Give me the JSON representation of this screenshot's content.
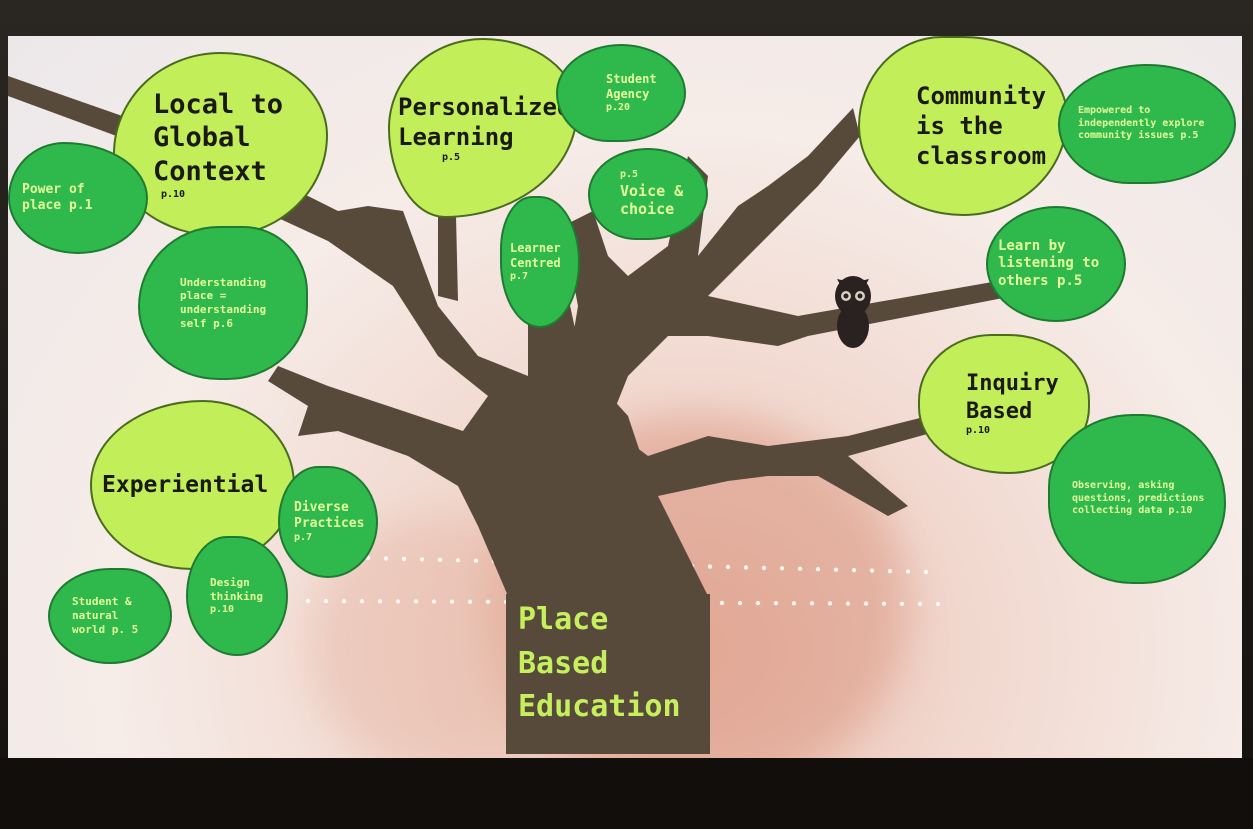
{
  "trunk": {
    "line1": "Place",
    "line2": "Based",
    "line3": "Education"
  },
  "leaves": {
    "local_to_global": {
      "line1": "Local to",
      "line2": "Global",
      "line3": "Context",
      "ref": "p.10"
    },
    "personalized": {
      "line1": "Personalized",
      "line2": "Learning",
      "ref": "p.5"
    },
    "community": {
      "line1": "Community",
      "line2": "is the",
      "line3": "classroom"
    },
    "experiential": {
      "line1": "Experiential"
    },
    "inquiry": {
      "line1": "Inquiry",
      "line2": "Based",
      "ref": "p.10"
    },
    "power_of_place": {
      "line1": "Power of",
      "line2": "place p.1"
    },
    "understanding_place": {
      "line1": "Understanding",
      "line2": "place =",
      "line3": "understanding",
      "line4": "self p.6"
    },
    "student_agency": {
      "line1": "Student",
      "line2": "Agency",
      "ref": "p.20"
    },
    "voice_choice": {
      "ref": "p.5",
      "line1": "Voice &",
      "line2": "choice"
    },
    "learner_centred": {
      "line1": "Learner",
      "line2": "Centred",
      "ref": "p.7"
    },
    "empowered": {
      "line1": "Empowered to",
      "line2": "independently explore",
      "line3": "community issues p.5"
    },
    "learn_by_listening": {
      "line1": "Learn by",
      "line2": "listening to",
      "line3": "others p.5"
    },
    "observing": {
      "line1": "Observing, asking",
      "line2": "questions, predictions",
      "line3": "collecting data p.10"
    },
    "diverse": {
      "line1": "Diverse",
      "line2": "Practices",
      "ref": "p.7"
    },
    "design": {
      "line1": "Design",
      "line2": "thinking",
      "ref": "p.10"
    },
    "student_natural": {
      "line1": "Student &",
      "line2": "natural",
      "line3": "world p. 5"
    }
  },
  "colors": {
    "big_leaf": "#c2ee5a",
    "small_leaf": "#2fb94c",
    "trunk": "#584a3b",
    "label_on_trunk": "#c6ef5e"
  }
}
